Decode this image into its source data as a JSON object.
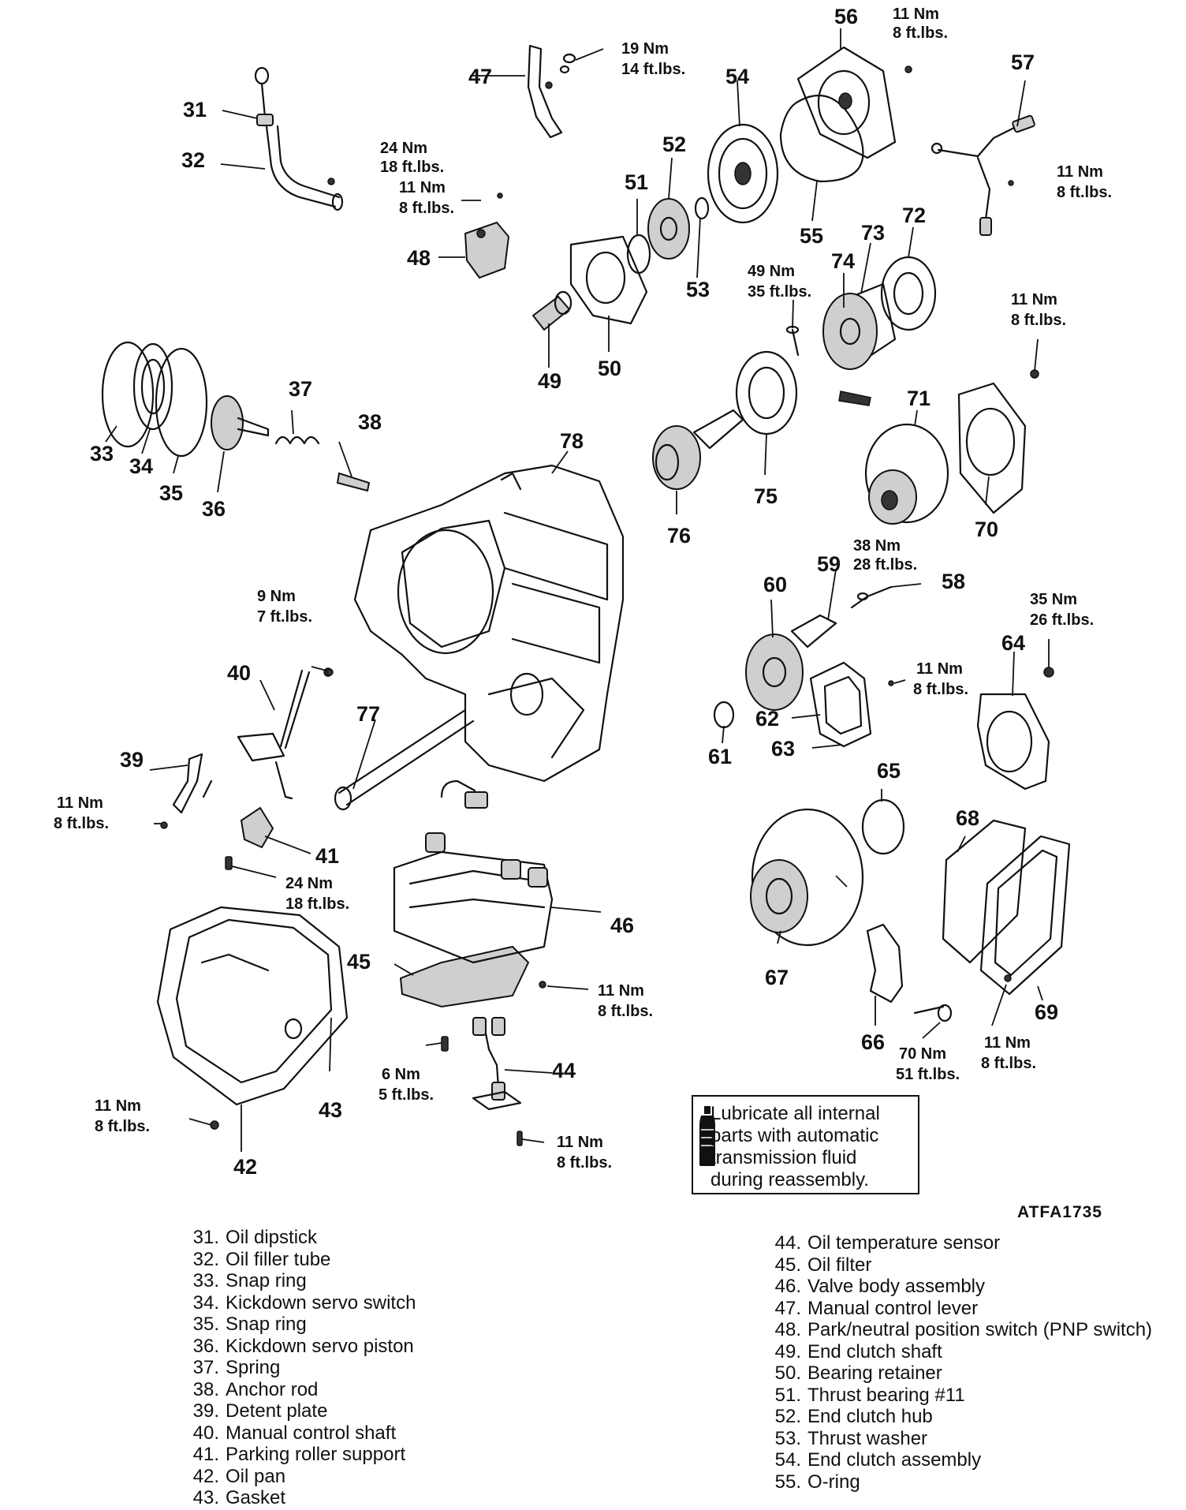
{
  "labels": {
    "p31": "31",
    "p32": "32",
    "p33": "33",
    "p34": "34",
    "p35": "35",
    "p36": "36",
    "p37": "37",
    "p38": "38",
    "p39": "39",
    "p40": "40",
    "p41": "41",
    "p42": "42",
    "p43": "43",
    "p44": "44",
    "p45": "45",
    "p46": "46",
    "p47": "47",
    "p48": "48",
    "p49": "49",
    "p50": "50",
    "p51": "51",
    "p52": "52",
    "p53": "53",
    "p54": "54",
    "p55": "55",
    "p56": "56",
    "p57": "57",
    "p58": "58",
    "p59": "59",
    "p60": "60",
    "p61": "61",
    "p62": "62",
    "p63": "63",
    "p64": "64",
    "p65": "65",
    "p66": "66",
    "p67": "67",
    "p68": "68",
    "p69": "69",
    "p70": "70",
    "p71": "71",
    "p72": "72",
    "p73": "73",
    "p74": "74",
    "p75": "75",
    "p76": "76",
    "p77": "77",
    "p78": "78"
  },
  "torque": {
    "t19_nm": "19 Nm",
    "t19_ft": "14 ft.lbs.",
    "t11a_nm": "11 Nm",
    "t11a_ft": "8 ft.lbs.",
    "t24a_nm": "24 Nm",
    "t24a_ft": "18 ft.lbs.",
    "t11b_nm": "11 Nm",
    "t11b_ft": "8 ft.lbs.",
    "t11c_nm": "11 Nm",
    "t11c_ft": "8 ft.lbs.",
    "t49_nm": "49 Nm",
    "t49_ft": "35 ft.lbs.",
    "t11d_nm": "11 Nm",
    "t11d_ft": "8 ft.lbs.",
    "t38_nm": "38 Nm",
    "t38_ft": "28 ft.lbs.",
    "t9_nm": "9 Nm",
    "t9_ft": "7 ft.lbs.",
    "t35_nm": "35 Nm",
    "t35_ft": "26 ft.lbs.",
    "t11e_nm": "11 Nm",
    "t11e_ft": "8 ft.lbs.",
    "t11f_nm": "11 Nm",
    "t11f_ft": "8 ft.lbs.",
    "t24b_nm": "24 Nm",
    "t24b_ft": "18 ft.lbs.",
    "t11g_nm": "11 Nm",
    "t11g_ft": "8 ft.lbs.",
    "t6_nm": "6 Nm",
    "t6_ft": "5 ft.lbs.",
    "t11h_nm": "11 Nm",
    "t11h_ft": "8 ft.lbs.",
    "t11i_nm": "11 Nm",
    "t11i_ft": "8 ft.lbs.",
    "t70_nm": "70 Nm",
    "t70_ft": "51 ft.lbs.",
    "t11j_nm": "11 Nm",
    "t11j_ft": "8 ft.lbs."
  },
  "note": "Lubricate all internal parts with automatic transmission fluid during reassembly.",
  "figure_code": "ATFA1735",
  "legend_left": [
    {
      "n": "31.",
      "d": "Oil dipstick"
    },
    {
      "n": "32.",
      "d": "Oil filler tube"
    },
    {
      "n": "33.",
      "d": "Snap ring"
    },
    {
      "n": "34.",
      "d": "Kickdown servo switch"
    },
    {
      "n": "35.",
      "d": "Snap ring"
    },
    {
      "n": "36.",
      "d": "Kickdown servo piston"
    },
    {
      "n": "37.",
      "d": "Spring"
    },
    {
      "n": "38.",
      "d": "Anchor rod"
    },
    {
      "n": "39.",
      "d": "Detent plate"
    },
    {
      "n": "40.",
      "d": "Manual control shaft"
    },
    {
      "n": "41.",
      "d": "Parking roller support"
    },
    {
      "n": "42.",
      "d": "Oil pan"
    },
    {
      "n": "43.",
      "d": "Gasket"
    }
  ],
  "legend_right": [
    {
      "n": "44.",
      "d": "Oil temperature sensor"
    },
    {
      "n": "45.",
      "d": "Oil filter"
    },
    {
      "n": "46.",
      "d": "Valve body assembly"
    },
    {
      "n": "47.",
      "d": "Manual control lever"
    },
    {
      "n": "48.",
      "d": "Park/neutral position switch (PNP switch)"
    },
    {
      "n": "49.",
      "d": "End clutch shaft"
    },
    {
      "n": "50.",
      "d": "Bearing retainer"
    },
    {
      "n": "51.",
      "d": "Thrust bearing #11"
    },
    {
      "n": "52.",
      "d": "End clutch hub"
    },
    {
      "n": "53.",
      "d": "Thrust washer"
    },
    {
      "n": "54.",
      "d": "End clutch assembly"
    },
    {
      "n": "55.",
      "d": "O-ring"
    }
  ]
}
